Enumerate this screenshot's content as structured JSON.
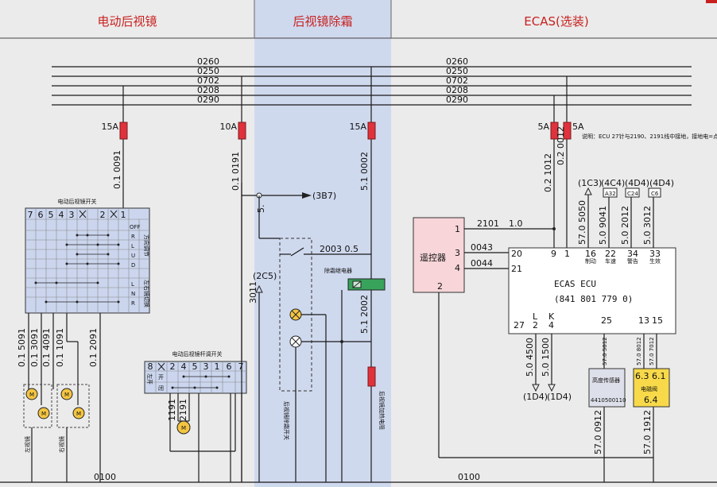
{
  "header": {
    "left_title": "电动后视镜",
    "mid_title": "后视镜除霜",
    "right_title": "ECAS(选装)"
  },
  "bus_lines": [
    "0260",
    "0250",
    "0702",
    "0208",
    "0290"
  ],
  "ground_bus": "0100",
  "fuses": {
    "f1": "15A",
    "f2": "10A",
    "f3": "15A",
    "f4": "5A",
    "f5": "5A"
  },
  "wires": {
    "w0091": "0.1  0091",
    "w0191": "0.1  0191",
    "w0002": "5.1  0002",
    "w1012": "0.2  1012",
    "w0012": "0.2  0012",
    "w5091": "0.1  5091",
    "w3091": "0.1  3091",
    "w4091": "0.1  4091",
    "w1091": "0.1  1091",
    "w2091": "0.1  2091",
    "w1191": "1191",
    "w2191": "2191",
    "w3011": "3011",
    "w5dot": "5.",
    "w2003": "2003  0.5",
    "w2002": "5.1  2002",
    "w2101a": "2101",
    "w2101b": "1.0",
    "w0043": "0043",
    "w0044": "0044",
    "w5050": "57.0  5050",
    "w9041": "5.0  9041",
    "w2012": "5.0  2012",
    "w3012": "5.0  3012",
    "w4500": "5.0  4500",
    "w1500": "5.0  1500",
    "w5012": "57.0  5012",
    "w8012": "57.0  8012",
    "w7012": "57.0  7012",
    "w0912": "57.0  0912",
    "w1912": "57.0  1912"
  },
  "refs": {
    "r3b7": "(3B7)",
    "r2c5": "(2C5)",
    "r1c3": "(1C3)",
    "r4c4": "(4C4)",
    "r4d4a": "(4D4)",
    "r4d4b": "(4D4)",
    "r1d4a": "(1D4)",
    "r1d4b": "(1D4)"
  },
  "connector_codes": {
    "a32": "A32",
    "c24": "C24",
    "c6": "C6"
  },
  "note": "说明：ECU 27针与2190、2191线中接地，接地电=点距离ECU不大于3米",
  "switch_panel": {
    "title": "电动后视镜开关",
    "columns": [
      "7",
      "6",
      "5",
      "4",
      "3",
      "",
      "2",
      "",
      "1"
    ],
    "pos_labels": [
      "OFF",
      "R",
      "L",
      "U",
      "D",
      "L",
      "N",
      "R"
    ],
    "side1": "方向调节",
    "side2": "左右镜切换"
  },
  "switch2": {
    "title": "电动后视镜杆调开关",
    "columns": [
      "8",
      "",
      "2",
      "4",
      "5",
      "3",
      "1",
      "6",
      "7"
    ],
    "row_labels": [
      "开",
      "闭"
    ],
    "side": "左开"
  },
  "mirrors": {
    "left": "左视镜",
    "right": "右视镜"
  },
  "motor_symbol": "M",
  "defrost": {
    "relay_label": "除霜继电器",
    "switch_label": "后视镜除霜开关",
    "heater_label": "后视镜加热电阻"
  },
  "remote": {
    "title": "遥控器",
    "pins": [
      "1",
      "3",
      "4",
      "2"
    ]
  },
  "ecu": {
    "title": "ECAS  ECU",
    "part": "(841  801  779  0)",
    "top_pins": [
      "20",
      "21",
      "9",
      "1",
      "16",
      "22",
      "34",
      "33"
    ],
    "top_labels": [
      "制动",
      "车速",
      "警告",
      "生效"
    ],
    "bottom_pins": [
      "27",
      "2",
      "4",
      "25",
      "13",
      "15"
    ],
    "bottom_letters": [
      "L",
      "K"
    ]
  },
  "height_sensor": {
    "title": "高度传感器",
    "part": "4410500110"
  },
  "solenoid": {
    "line1": "6.3 6.1",
    "title": "电磁阀",
    "line2": "6.4"
  },
  "colors": {
    "header_red": "#c8201e",
    "panel_blue": "#ccd7ee",
    "remote_pink": "#f7d5d8",
    "solenoid_yellow": "#f7d94a",
    "fuse_red": "#e0323c",
    "relay_green": "#37a35b",
    "lamp_yellow": "#f4c542"
  }
}
